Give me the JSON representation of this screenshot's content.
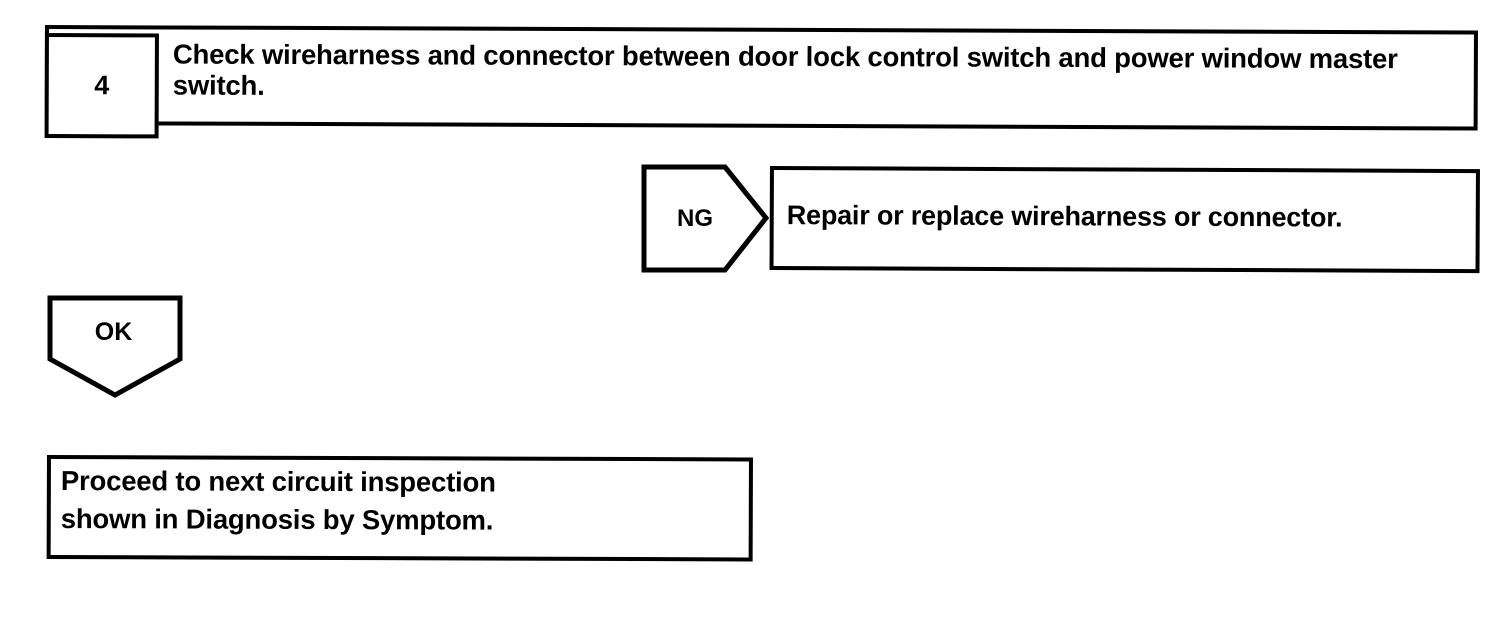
{
  "document": {
    "type": "diagnostic-flowchart",
    "background_color": "#ffffff",
    "ink_color": "#000000"
  },
  "step": {
    "number": "4",
    "instruction": "Check wireharness and connector between door lock control switch and power window master switch."
  },
  "branches": [
    {
      "tag": "NG",
      "result": "Repair or replace wireharness or connector."
    },
    {
      "tag": "OK",
      "result": "Proceed to next circuit inspection\n shown in Diagnosis by Symptom."
    }
  ],
  "ng_branch": {
    "tag_label": "NG",
    "result_text": "Repair or replace wireharness or connector."
  },
  "ok_branch": {
    "tag_label": "OK",
    "result_text": "Proceed to next circuit inspection\n shown in Diagnosis by Symptom."
  }
}
